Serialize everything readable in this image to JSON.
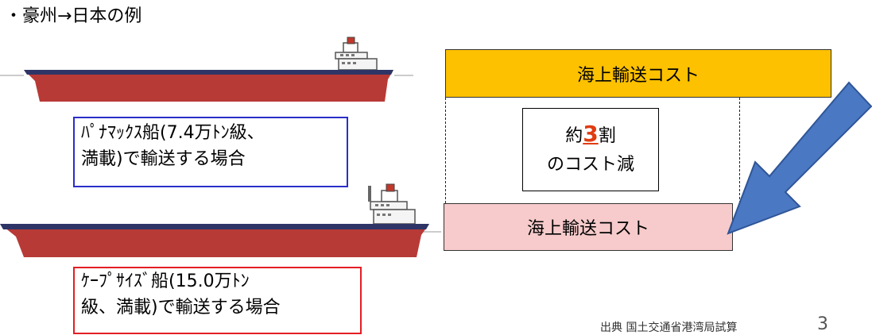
{
  "heading": "・豪州→日本の例",
  "ship_small": {
    "label_line1": "ﾊﾟﾅﾏｯｸｽ船(7.4万ﾄﾝ級、",
    "label_line2": "満載)で輸送する場合"
  },
  "ship_large": {
    "label_line1": "ｹｰﾌﾟｻｲｽﾞ船(15.0万ﾄﾝ",
    "label_line2": "級、満載)で輸送する場合"
  },
  "cost_top_label": "海上輸送コスト",
  "cost_bottom_label": "海上輸送コスト",
  "reduction": {
    "prefix": "約",
    "number": "3",
    "suffix": "割",
    "line2": "のコスト減"
  },
  "footer_source": "出典 国土交通省港湾局試算",
  "page_number": "3",
  "colors": {
    "cost_top": "#fdc100",
    "cost_bottom": "#f7cbcb",
    "arrow": "#4a78c2",
    "label_blue_border": "#2b2ec8",
    "label_red_border": "#e31e24",
    "highlight": "#e03c12",
    "hull_red": "#b83a36",
    "hull_navy": "#2e3566"
  }
}
